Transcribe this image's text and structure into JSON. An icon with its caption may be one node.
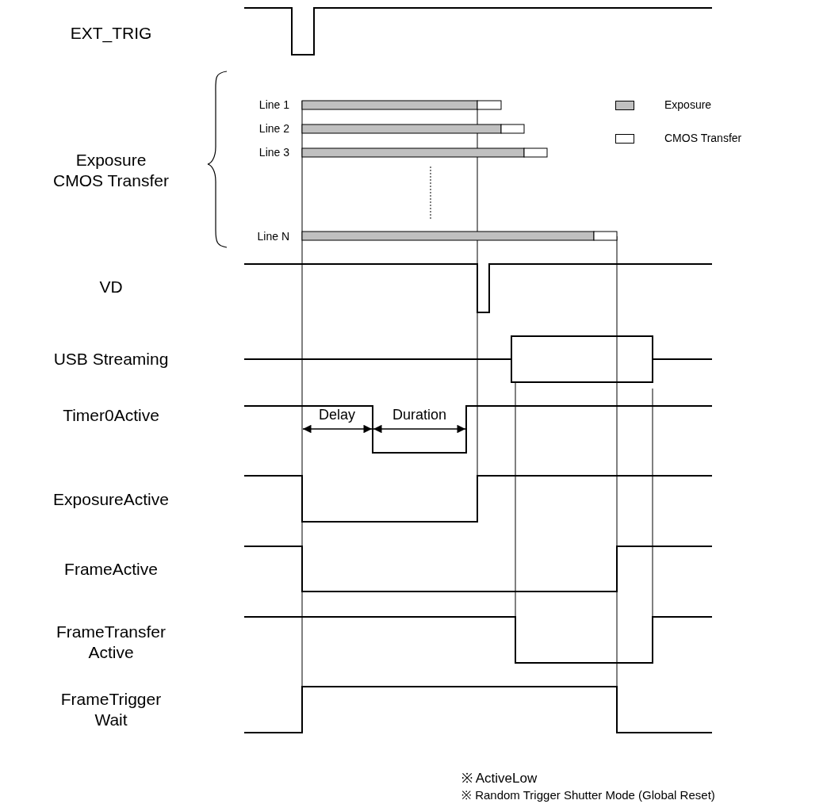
{
  "diagram": {
    "labels": [
      "EXT_TRIG",
      "Line 1",
      "Line 2",
      "Line 3",
      "Exposure CMOS Transfer",
      "Line N",
      "VD",
      "USB Streaming",
      "Delay",
      "Duration",
      "Timer0Active",
      "ExposureActive",
      "FrameActive",
      "FrameTransfer Active",
      "FrameTrigger Wait",
      "※ ActiveLow",
      "※ Random Trigger Shutter Mode (Global Reset)"
    ],
    "legend": [
      {
        "text": "Exposure",
        "color": "#c0c0c0"
      },
      {
        "text": "CMOS Transfer",
        "color": "#ffffff"
      }
    ]
  }
}
